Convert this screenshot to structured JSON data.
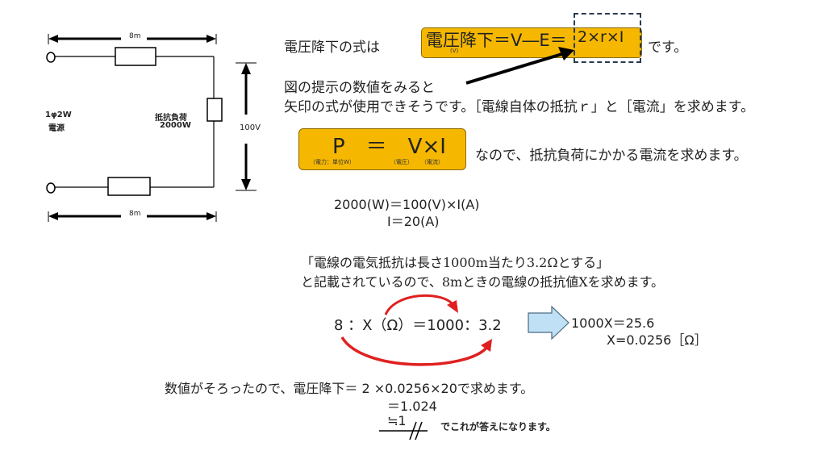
{
  "circuit": {
    "top_distance": "8m",
    "bottom_distance": "8m",
    "source_label_line1": "1φ2W",
    "source_label_line2": "電源",
    "load_label_line1": "抵抗負荷",
    "load_label_line2": "2000W",
    "voltage_label": "100V"
  },
  "formula1": {
    "intro": "電圧降下の式は",
    "box_text": "電圧降下＝V―E＝",
    "box_highlight": "2×r×I",
    "box_sub": "(V)",
    "suffix": "です。"
  },
  "text_lines": {
    "line1": "図の提示の数値をみると",
    "line2": "矢印の式が使用できそうです。［電線自体の抵抗ｒ」と［電流」を求めます。"
  },
  "formula2": {
    "box_text": "P　＝　V×I",
    "sub_p": "（電力：単位W）",
    "sub_v": "（電圧）",
    "sub_i": "（電流）",
    "suffix": "なので、抵抗負荷にかかる電流を求めます。"
  },
  "calc1": {
    "line1": "2000(W)＝100(V)×I(A)",
    "line2": "I＝20(A)"
  },
  "statement": {
    "line1": "「電線の電気抵抗は長さ1000m当たり3.2Ωとする」",
    "line2": "と記載されているので、8mときの電線の抵抗値Xを求めます。"
  },
  "proportion": {
    "left": "8 ：X（Ω）＝1000：3.2",
    "result1": "1000X＝25.6",
    "result2": "X=0.0256［Ω］"
  },
  "final": {
    "line1": "数値がそろったので、電圧降下＝ 2 ×0.0256×20で求めます。",
    "line2": "＝1.024",
    "line3": "≒1",
    "answer": "でこれが答えになります。"
  },
  "colors": {
    "orange": "#f5b700",
    "red_arrow": "#e02020",
    "blue_arrow": "#bfe0f5"
  }
}
